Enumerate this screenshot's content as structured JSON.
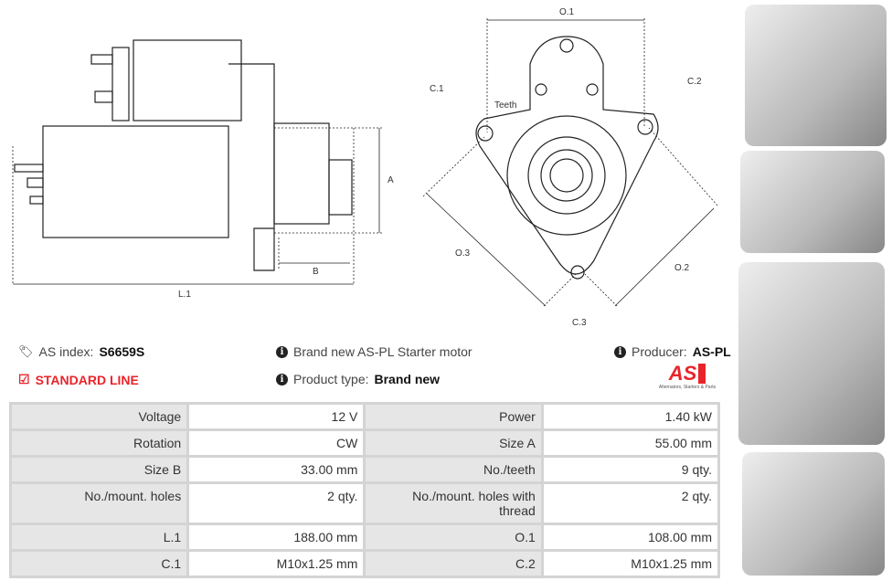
{
  "drawing": {
    "labels": {
      "a": "A",
      "b": "B",
      "l1": "L.1",
      "o1": "O.1",
      "o2": "O.2",
      "o3": "O.3",
      "c1": "C.1",
      "c2": "C.2",
      "c3": "C.3",
      "teeth": "Teeth"
    }
  },
  "info": {
    "as_index_label": "AS index:",
    "as_index_value": "S6659S",
    "line": "STANDARD LINE",
    "description": "Brand new AS-PL Starter motor",
    "product_type_label": "Product type:",
    "product_type_value": "Brand new",
    "producer_label": "Producer:",
    "producer_value": "AS-PL",
    "logo_text": "AS",
    "logo_tagline": "Alternators, Starters & Parts"
  },
  "colors": {
    "accent": "#e8242a"
  },
  "specs": [
    [
      "Voltage",
      "12 V",
      "Power",
      "1.40 kW"
    ],
    [
      "Rotation",
      "CW",
      "Size A",
      "55.00 mm"
    ],
    [
      "Size B",
      "33.00 mm",
      "No./teeth",
      "9 qty."
    ],
    [
      "No./mount. holes",
      "2 qty.",
      "No./mount. holes with thread",
      "2 qty."
    ],
    [
      "L.1",
      "188.00 mm",
      "O.1",
      "108.00 mm"
    ],
    [
      "C.1",
      "M10x1.25 mm",
      "C.2",
      "M10x1.25 mm"
    ]
  ]
}
